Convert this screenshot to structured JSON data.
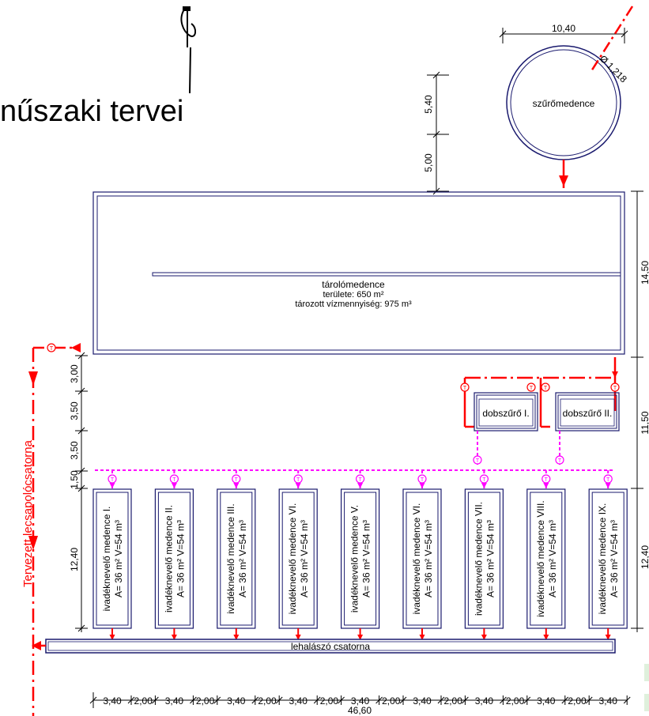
{
  "title_fragment": "nűszaki tervei",
  "filter_tank": {
    "label": "szűrőmedence",
    "diameter_dim": "10,40",
    "pipe_label": "Ø 1,218"
  },
  "storage_tank": {
    "name": "tárolómedence",
    "area": "területe: 650 m²",
    "volume": "tározott vízmennyiség: 975 m³"
  },
  "drum_filters": [
    "dobszűrő I.",
    "dobszűrő II."
  ],
  "rearing_tanks": [
    "ivadéknevelő medence I.",
    "ivadéknevelő medence II.",
    "ivadéknevelő medence III.",
    "ivadéknevelő medence VI.",
    "ivadéknevelő medence V.",
    "ivadéknevelő medence VI.",
    "ivadéknevelő medence VII.",
    "ivadéknevelő medence VIII.",
    "ivadéknevelő medence IX."
  ],
  "rearing_tank_capacity": "A= 36 m²  V=54 m³",
  "harvest_channel": "lehalászó csatorna",
  "drain_channel": "Tervezett lecsapolócsatorna",
  "valve_symbol": "T",
  "dimensions": {
    "top_vertical": [
      "5,40",
      "5,00"
    ],
    "left_vertical": [
      "3,00",
      "3,50",
      "3,50",
      "1,50",
      "12,40"
    ],
    "right_vertical": [
      "14,50",
      "11,50",
      "12,40"
    ],
    "bottom_segments": [
      "3,40",
      "2,00",
      "3,40",
      "2,00",
      "3,40",
      "2,00",
      "3,40",
      "2,00",
      "3,40",
      "2,00",
      "3,40",
      "2,00",
      "3,40",
      "2,00",
      "3,40",
      "2,00",
      "3,40"
    ],
    "bottom_total": "46,60"
  },
  "colors": {
    "pipe": "#ff0000",
    "pipe_secondary": "#ff00ff",
    "outline": "#1a1a6e",
    "dimension": "#000000"
  }
}
